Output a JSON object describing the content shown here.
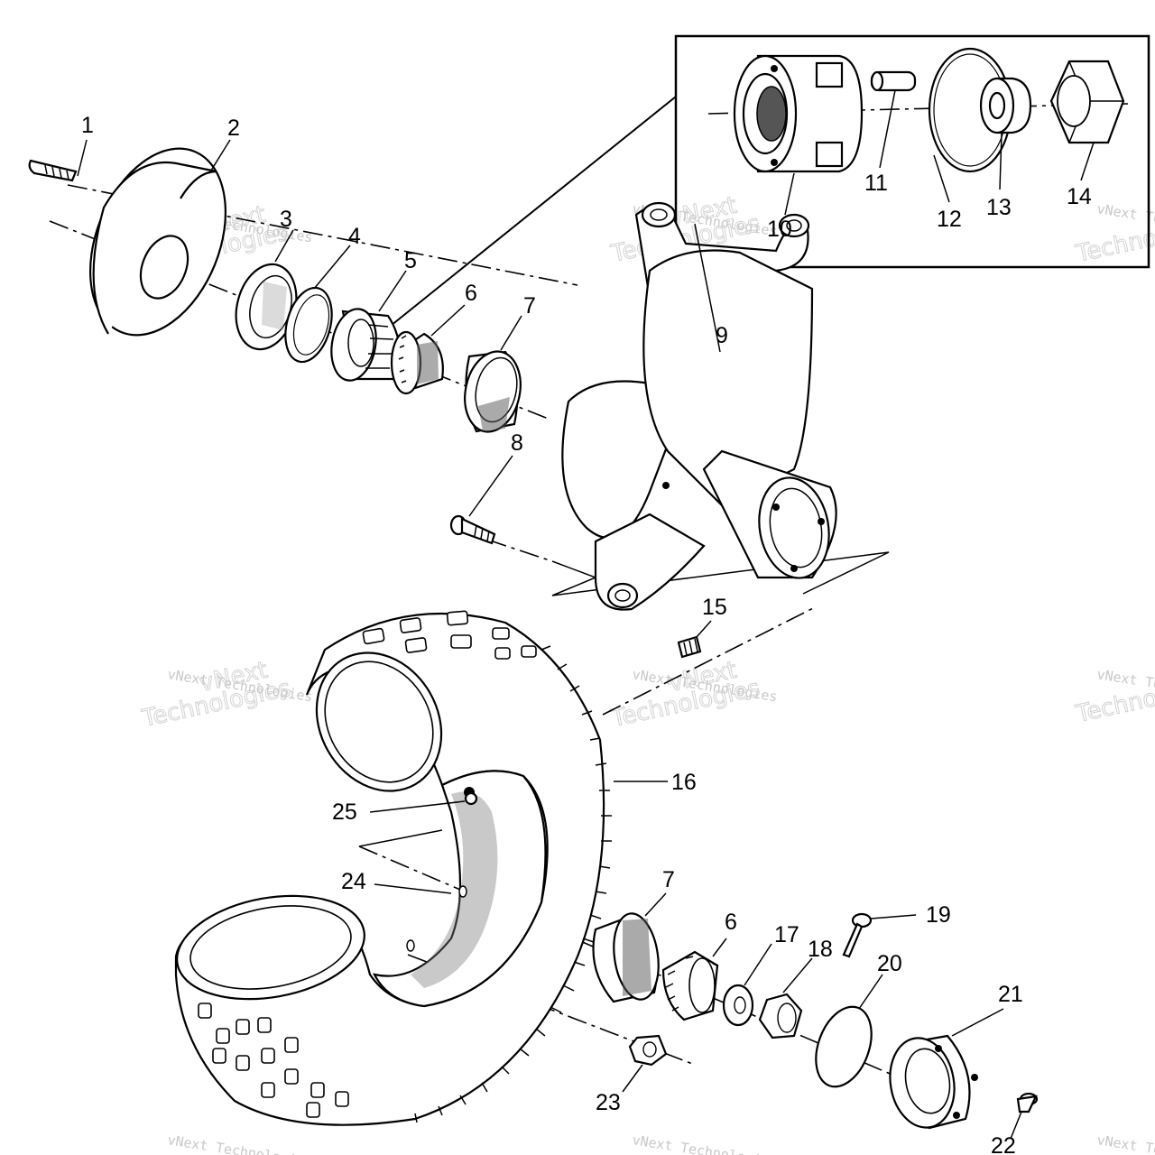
{
  "diagram": {
    "callouts": [
      {
        "id": "c1",
        "label": "1"
      },
      {
        "id": "c2",
        "label": "2"
      },
      {
        "id": "c3",
        "label": "3"
      },
      {
        "id": "c4",
        "label": "4"
      },
      {
        "id": "c5",
        "label": "5"
      },
      {
        "id": "c6a",
        "label": "6"
      },
      {
        "id": "c7a",
        "label": "7"
      },
      {
        "id": "c8",
        "label": "8"
      },
      {
        "id": "c9",
        "label": "9"
      },
      {
        "id": "c10",
        "label": "10"
      },
      {
        "id": "c11",
        "label": "11"
      },
      {
        "id": "c12",
        "label": "12"
      },
      {
        "id": "c13",
        "label": "13"
      },
      {
        "id": "c14",
        "label": "14"
      },
      {
        "id": "c15",
        "label": "15"
      },
      {
        "id": "c16",
        "label": "16"
      },
      {
        "id": "c17",
        "label": "17"
      },
      {
        "id": "c18",
        "label": "18"
      },
      {
        "id": "c19",
        "label": "19"
      },
      {
        "id": "c20",
        "label": "20"
      },
      {
        "id": "c21",
        "label": "21"
      },
      {
        "id": "c22",
        "label": "22"
      },
      {
        "id": "c23",
        "label": "23"
      },
      {
        "id": "c24",
        "label": "24"
      },
      {
        "id": "c25",
        "label": "25"
      },
      {
        "id": "c6b",
        "label": "6"
      },
      {
        "id": "c7b",
        "label": "7"
      }
    ],
    "watermark": {
      "line1": "vNext Technologies",
      "line2a": "vNext",
      "line2b": "Technologies"
    }
  }
}
